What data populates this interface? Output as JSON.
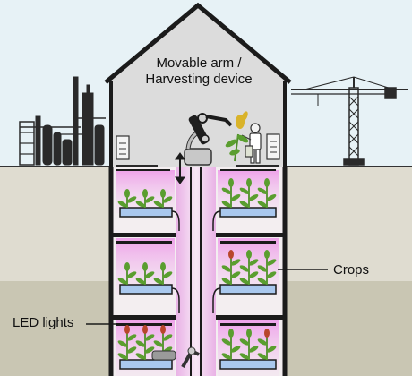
{
  "labels": {
    "arm_line1": "Movable arm /",
    "arm_line2": "Harvesting device",
    "crops": "Crops",
    "led": "LED lights"
  },
  "colors": {
    "sky": "#e7f2f6",
    "ground_upper": "#dfdcd0",
    "ground_lower": "#c9c6b3",
    "building_outline": "#1b1b1b",
    "attic": "#dcdcdc",
    "led_glow": "#e9b6e8",
    "water_tray": "#a9c8ee",
    "plant_green": "#5a9e2f",
    "plant_red": "#b8462c",
    "industry": "#2a2a2a"
  },
  "icons": [
    "factory-icon",
    "crane-icon",
    "robot-arm-icon",
    "worker-icon",
    "up-down-arrow-icon",
    "plant-icon"
  ]
}
